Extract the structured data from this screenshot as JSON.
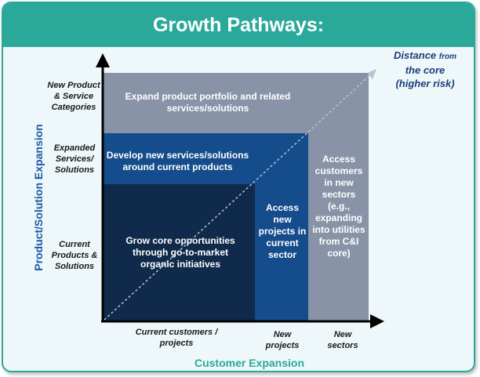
{
  "title": "Growth Pathways:",
  "blocks": {
    "outer": "Expand product portfolio and related services/solutions",
    "middle": "Develop new services/solutions around current products",
    "core": "Grow core opportunities through go-to-market organic initiatives",
    "new_projects": "Access new projects in current sector",
    "new_sectors": "Access customers in new sectors (e.g., expanding into utilities from C&I core)"
  },
  "y_labels": {
    "top": "New Product & Service Categories",
    "middle": "Expanded Services/ Solutions",
    "bottom": "Current Products & Solutions"
  },
  "x_labels": {
    "left": "Current customers / projects",
    "middle": "New projects",
    "right": "New sectors"
  },
  "y_axis_title": "Product/Solution Expansion",
  "x_axis_title": "Customer Expansion",
  "distance": {
    "line1_main": "Distance",
    "line1_small": "from",
    "line2": "the core",
    "line3": "(higher risk)"
  },
  "colors": {
    "header": "#2aa99a",
    "outer_block": "#8893a8",
    "middle_block": "#154c8b",
    "core_block": "#0f2a4a",
    "y_axis_title": "#1d5aa5",
    "x_axis_title": "#2aa99a"
  }
}
